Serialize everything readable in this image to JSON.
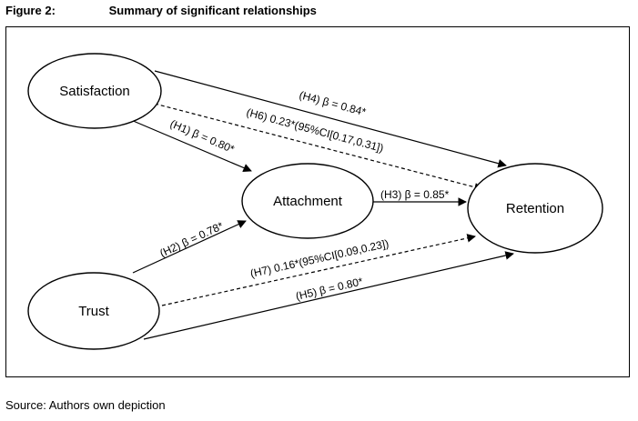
{
  "figure": {
    "label": "Figure 2:",
    "title": "Summary of significant relationships"
  },
  "nodes": {
    "satisfaction": "Satisfaction",
    "attachment": "Attachment",
    "retention": "Retention",
    "trust": "Trust"
  },
  "edges": {
    "h1": "(H1) β = 0.80*",
    "h2": "(H2) β = 0.78*",
    "h3": "(H3) β = 0.85*",
    "h4": "(H4) β = 0.84*",
    "h5": "(H5) β = 0.80*",
    "h6": "(H6) 0.23*(95%CI[0.17,0.31])",
    "h7": "(H7) 0.16*(95%CI[0.09,0.23])"
  },
  "source": "Source: Authors own depiction"
}
